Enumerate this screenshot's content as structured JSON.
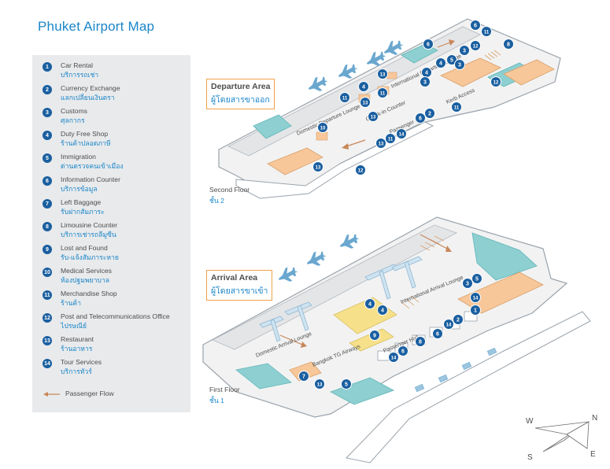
{
  "title": "Phuket Airport Map",
  "legend": {
    "items": [
      {
        "num": "1",
        "en": "Car Rental",
        "th": "บริการรถเช่า"
      },
      {
        "num": "2",
        "en": "Currency Exchange",
        "th": "แลกเปลี่ยนเงินตรา"
      },
      {
        "num": "3",
        "en": "Customs",
        "th": "ศุลกากร"
      },
      {
        "num": "4",
        "en": "Duty Free Shop",
        "th": "ร้านค้าปลอดภาษี"
      },
      {
        "num": "5",
        "en": "Immigration",
        "th": "ด่านตรวจคนเข้าเมือง"
      },
      {
        "num": "6",
        "en": "Information Counter",
        "th": "บริการข้อมูล"
      },
      {
        "num": "7",
        "en": "Left Baggage",
        "th": "รับฝากสัมภาระ"
      },
      {
        "num": "8",
        "en": "Limousine Counter",
        "th": "บริการเช่ารถลีมูซีน"
      },
      {
        "num": "9",
        "en": "Lost and Found",
        "th": "รับ-แจ้งสัมภาระหาย"
      },
      {
        "num": "10",
        "en": "Medical Services",
        "th": "ห้องปฐมพยาบาล"
      },
      {
        "num": "11",
        "en": "Merchandise Shop",
        "th": "ร้านค้า"
      },
      {
        "num": "12",
        "en": "Post and Telecommunications Office",
        "th": "ไปรษณีย์"
      },
      {
        "num": "13",
        "en": "Restaurant",
        "th": "ร้านอาหาร"
      },
      {
        "num": "14",
        "en": "Tour Services",
        "th": "บริการทัวร์"
      }
    ],
    "flow_label": "Passenger Flow"
  },
  "departure": {
    "title_en": "Departure Area",
    "title_th": "ผู้โดยสารขาออก",
    "floor_en": "Second Floor",
    "floor_th": "ชั้น 2",
    "labels": {
      "domestic_lounge": "Domestic Departure Lounge",
      "international_lounge": "International Departure Lounge",
      "checkin": "Check-in Counter",
      "passenger_hall": "Passenger Hall",
      "kerb": "Kerb Access"
    }
  },
  "arrival": {
    "title_en": "Arrival Area",
    "title_th": "ผู้โดยสารขาเข้า",
    "floor_en": "First Floor",
    "floor_th": "ชั้น 1",
    "labels": {
      "domestic_lounge": "Domestic Arrival Lounge",
      "international_lounge": "International Arrival Lounge",
      "bangkok": "Bangkok TG Airways",
      "passenger_hall": "Passenger Hall"
    }
  },
  "compass": {
    "w": "W",
    "n": "N",
    "s": "S",
    "e": "E"
  },
  "colors": {
    "title": "#1a86c8",
    "marker": "#1a5fa0",
    "flow_arrow": "#c8875a",
    "floor": "#f2f2f2",
    "wall": "#9aa3ab",
    "teal": "#8ecfd1",
    "blue_plane": "#6aa7cf",
    "orange": "#f7c79a",
    "yellow": "#f6e08a",
    "teal_dark": "#5fb6b8"
  }
}
